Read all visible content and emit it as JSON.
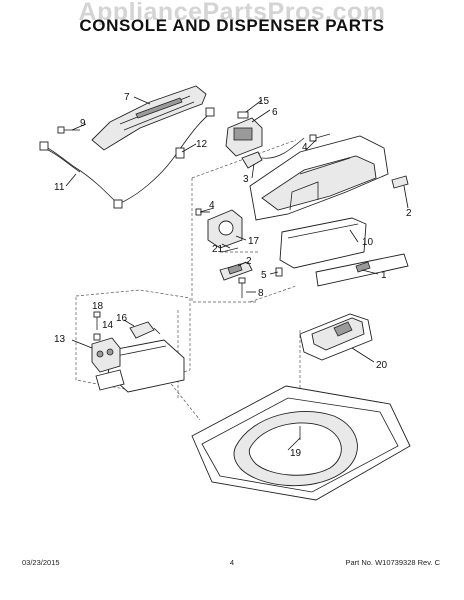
{
  "watermark": "AppliancePartsPros.com",
  "title": "CONSOLE AND DISPENSER PARTS",
  "footer": {
    "date": "03/23/2015",
    "page": "4",
    "part_no": "Part No.  W10739328  Rev. C"
  },
  "callouts": [
    "7",
    "9",
    "15",
    "6",
    "12",
    "4",
    "3",
    "11",
    "2",
    "4",
    "10",
    "17",
    "21",
    "2",
    "5",
    "1",
    "8",
    "18",
    "16",
    "14",
    "13",
    "20",
    "19"
  ],
  "colors": {
    "line": "#222222",
    "watermark": "#d4d4d4",
    "background": "#ffffff"
  }
}
